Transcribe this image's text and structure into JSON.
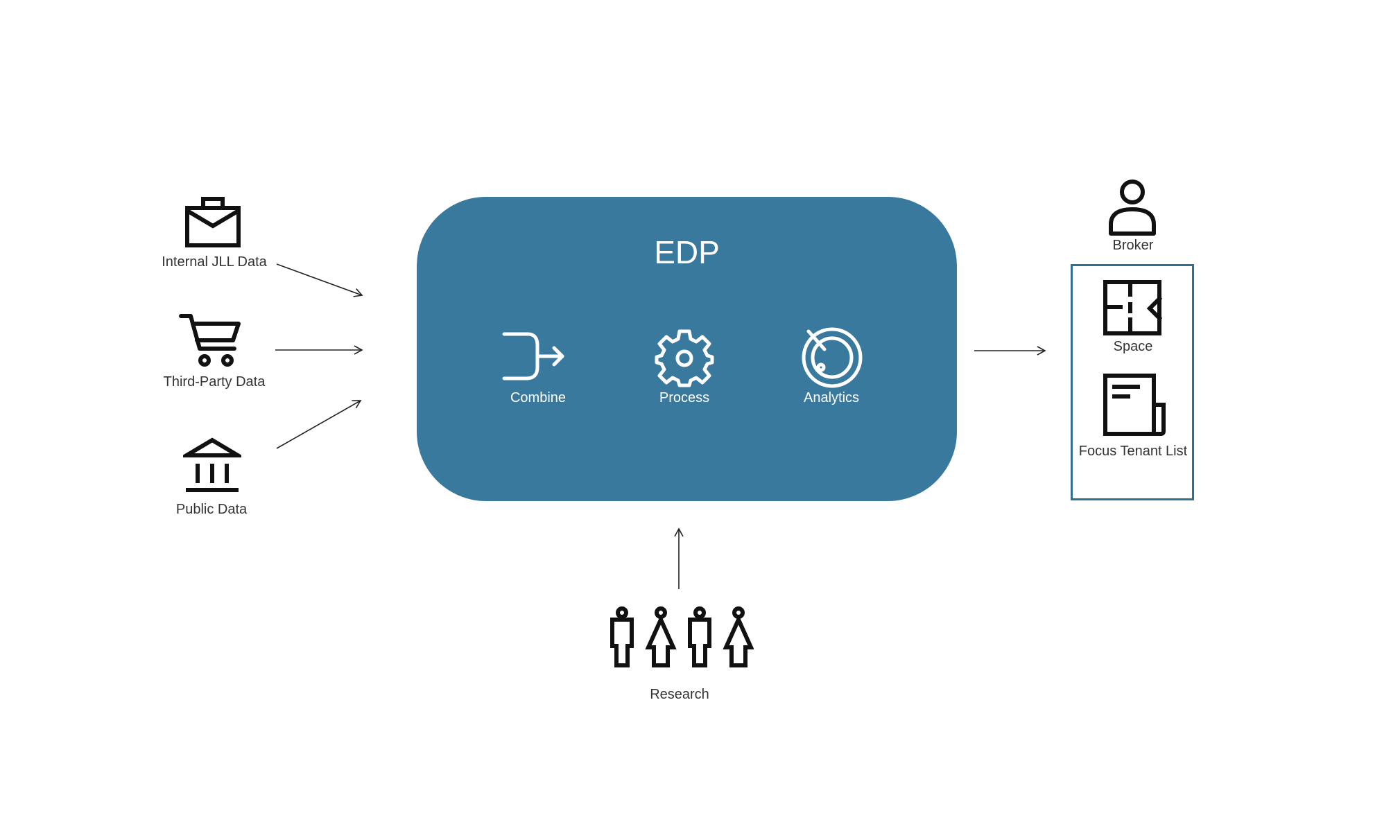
{
  "sources": [
    {
      "label": "Internal JLL Data",
      "icon": "briefcase-icon"
    },
    {
      "label": "Third-Party Data",
      "icon": "shopping-cart-icon"
    },
    {
      "label": "Public Data",
      "icon": "bank-building-icon"
    }
  ],
  "edp": {
    "title": "EDP",
    "steps": [
      {
        "label": "Combine",
        "icon": "merge-arrow-icon"
      },
      {
        "label": "Process",
        "icon": "gear-icon"
      },
      {
        "label": "Analytics",
        "icon": "radar-icon"
      }
    ]
  },
  "research": {
    "label": "Research",
    "icon": "people-group-icon"
  },
  "broker": {
    "label": "Broker",
    "icon": "person-icon"
  },
  "outputs": [
    {
      "label": "Space",
      "icon": "floor-plan-icon"
    },
    {
      "label": "Focus Tenant List",
      "icon": "document-list-icon"
    }
  ],
  "colors": {
    "edp_fill": "#3a799e",
    "output_border": "#2f7090",
    "icon_stroke": "#111111",
    "text": "#333333"
  }
}
